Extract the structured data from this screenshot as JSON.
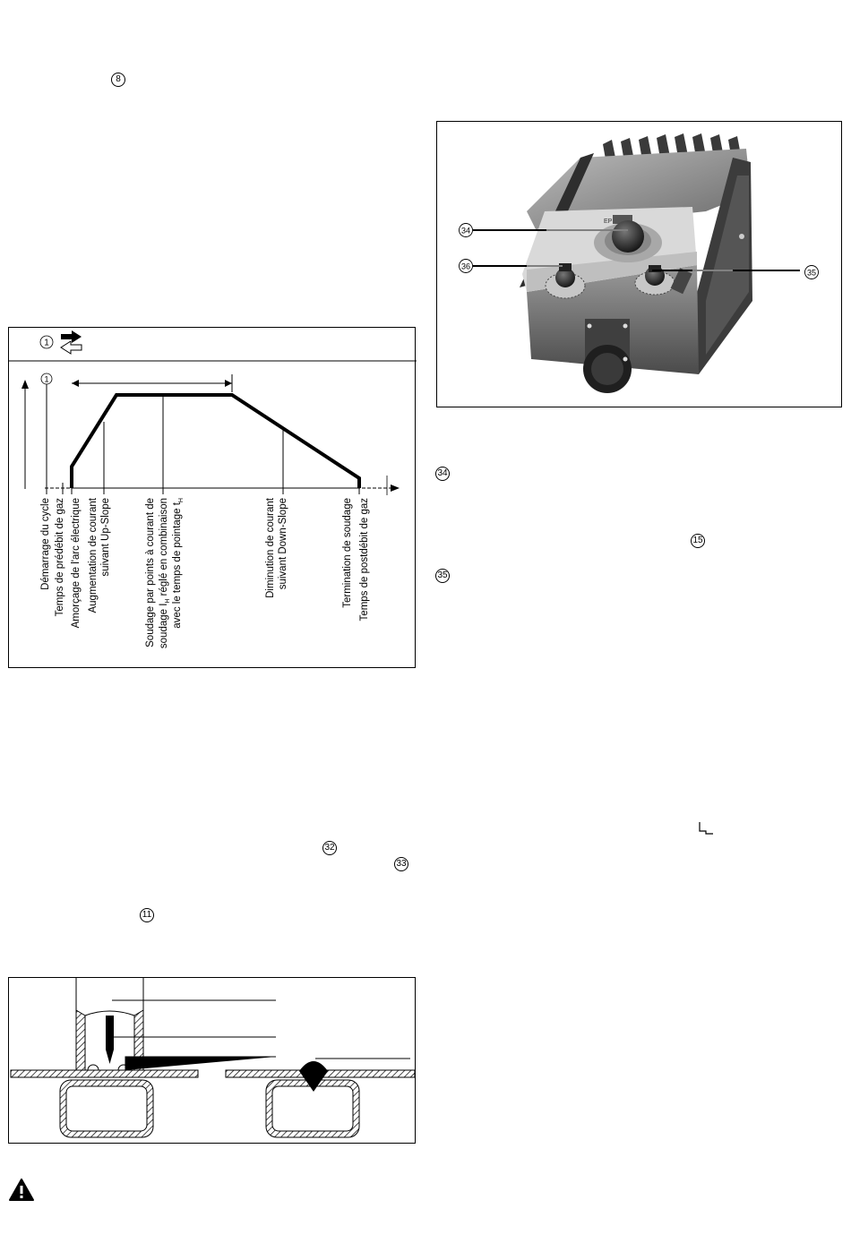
{
  "markers": {
    "top_left": "8",
    "ref_32": "32",
    "ref_33": "33",
    "ref_11": "11",
    "ref_15": "15",
    "item_34": "34",
    "item_35": "35"
  },
  "cycle_diagram": {
    "header_marker": "1",
    "axis_marker": "1",
    "labels": [
      "Démarrage du cycle",
      "Temps de prédébit de gaz",
      "Amorçage de l'arc électrique",
      "Augmentation de courant",
      "suivant Up-Slope",
      "Soudage par points à courant de",
      "soudage I",
      "H",
      " réglé en combinaison",
      "avec le temps de pointage t",
      "H",
      "Diminution de courant",
      "suivant Down-Slope",
      "Termination de soudage",
      "Temps de postdébit de gaz"
    ]
  },
  "photo_panel": {
    "callouts": [
      "34",
      "36",
      "35"
    ],
    "device_plate_text": "EP"
  },
  "icons": {
    "warning": "warning-triangle-icon",
    "spot_symbol": "spot-welding-symbol-icon",
    "arrow_right": "filled-arrow-right-icon",
    "arrow_left": "outline-arrow-left-icon"
  }
}
